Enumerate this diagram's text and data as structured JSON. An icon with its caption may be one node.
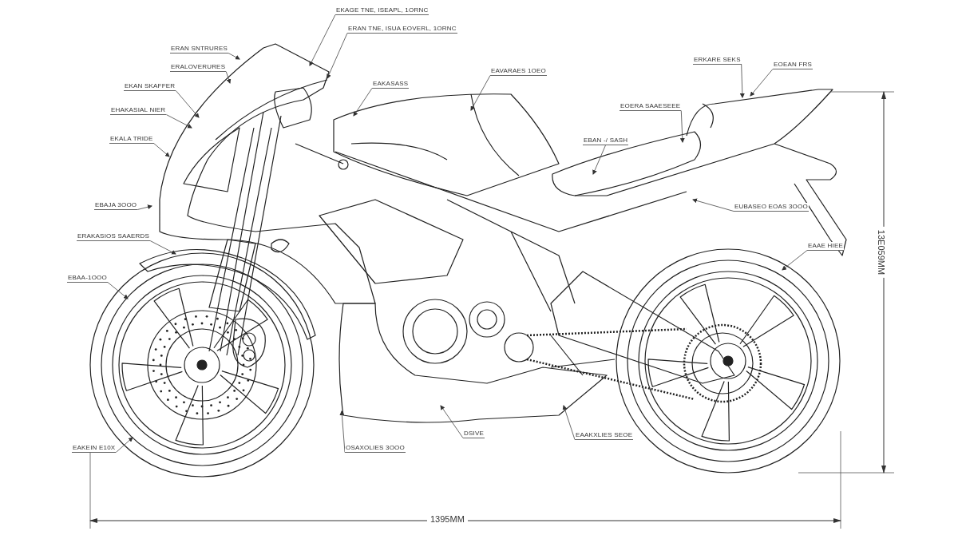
{
  "diagram": {
    "nodes": [
      {
        "text": [
          "EKAGE TNE, ISEAPL, 1ORNC"
        ]
      },
      {
        "text": [
          "ERAN TNE, ISUA EOVERL, 1ORNC"
        ]
      },
      {
        "text": [
          "ERAN SNTRURES"
        ]
      },
      {
        "text": [
          "ERALOVERURES"
        ]
      },
      {
        "text": [
          "EKAN SKAFFER"
        ]
      },
      {
        "text": [
          "EHAKASIAL NIER"
        ]
      },
      {
        "text": [
          "EKALA TRIDE"
        ]
      },
      {
        "text": [
          "EBAJA 3OOO"
        ]
      },
      {
        "text": [
          "ERAKASIOS SAAERDS"
        ]
      },
      {
        "text": [
          "EBAA-1OOO"
        ]
      },
      {
        "text": [
          "EAKASASS"
        ]
      },
      {
        "text": [
          "EAVARAES 1OEO"
        ]
      },
      {
        "text": [
          "ERKARE SEKS"
        ]
      },
      {
        "text": [
          "EOEAN FRS"
        ]
      },
      {
        "text": [
          "EOERA SAAESEEE"
        ]
      },
      {
        "text": [
          "EBAN -/ SASH"
        ]
      },
      {
        "text": [
          "EUBASEO EOAS 3OOO"
        ]
      },
      {
        "text": [
          "EAAE HIEE"
        ]
      },
      {
        "text": [
          "EAKEIN E10X"
        ]
      },
      {
        "text": [
          "OSAXOLIES 3OOO"
        ]
      },
      {
        "text": [
          "DSIVE"
        ]
      },
      {
        "text": [
          "EAAKXLIES SEOE"
        ]
      }
    ],
    "edges": [
      {
        "from": 0,
        "to": null,
        "arrow": "to"
      },
      {
        "from": 1,
        "to": null,
        "arrow": "to"
      },
      {
        "from": 2,
        "to": null,
        "arrow": "to"
      },
      {
        "from": 3,
        "to": null,
        "arrow": "to"
      },
      {
        "from": 4,
        "to": null,
        "arrow": "to"
      },
      {
        "from": 5,
        "to": null,
        "arrow": "to"
      },
      {
        "from": 6,
        "to": null,
        "arrow": "to"
      },
      {
        "from": 7,
        "to": null,
        "arrow": "to"
      },
      {
        "from": 8,
        "to": null,
        "arrow": "to"
      },
      {
        "from": 9,
        "to": null,
        "arrow": "to"
      },
      {
        "from": 10,
        "to": null,
        "arrow": "to"
      },
      {
        "from": 11,
        "to": null,
        "arrow": "to"
      },
      {
        "from": 12,
        "to": null,
        "arrow": "to"
      },
      {
        "from": 13,
        "to": null,
        "arrow": "to"
      },
      {
        "from": 14,
        "to": null,
        "arrow": "to"
      },
      {
        "from": 15,
        "to": null,
        "arrow": "to"
      },
      {
        "from": 16,
        "to": null,
        "arrow": "to"
      },
      {
        "from": 17,
        "to": null,
        "arrow": "to"
      },
      {
        "from": 18,
        "to": null,
        "arrow": "to"
      },
      {
        "from": 19,
        "to": null,
        "arrow": "to"
      },
      {
        "from": 20,
        "to": null,
        "arrow": "to"
      },
      {
        "from": 21,
        "to": null,
        "arrow": "to"
      }
    ],
    "labels": [
      "13E059MM",
      "1395MM"
    ]
  }
}
